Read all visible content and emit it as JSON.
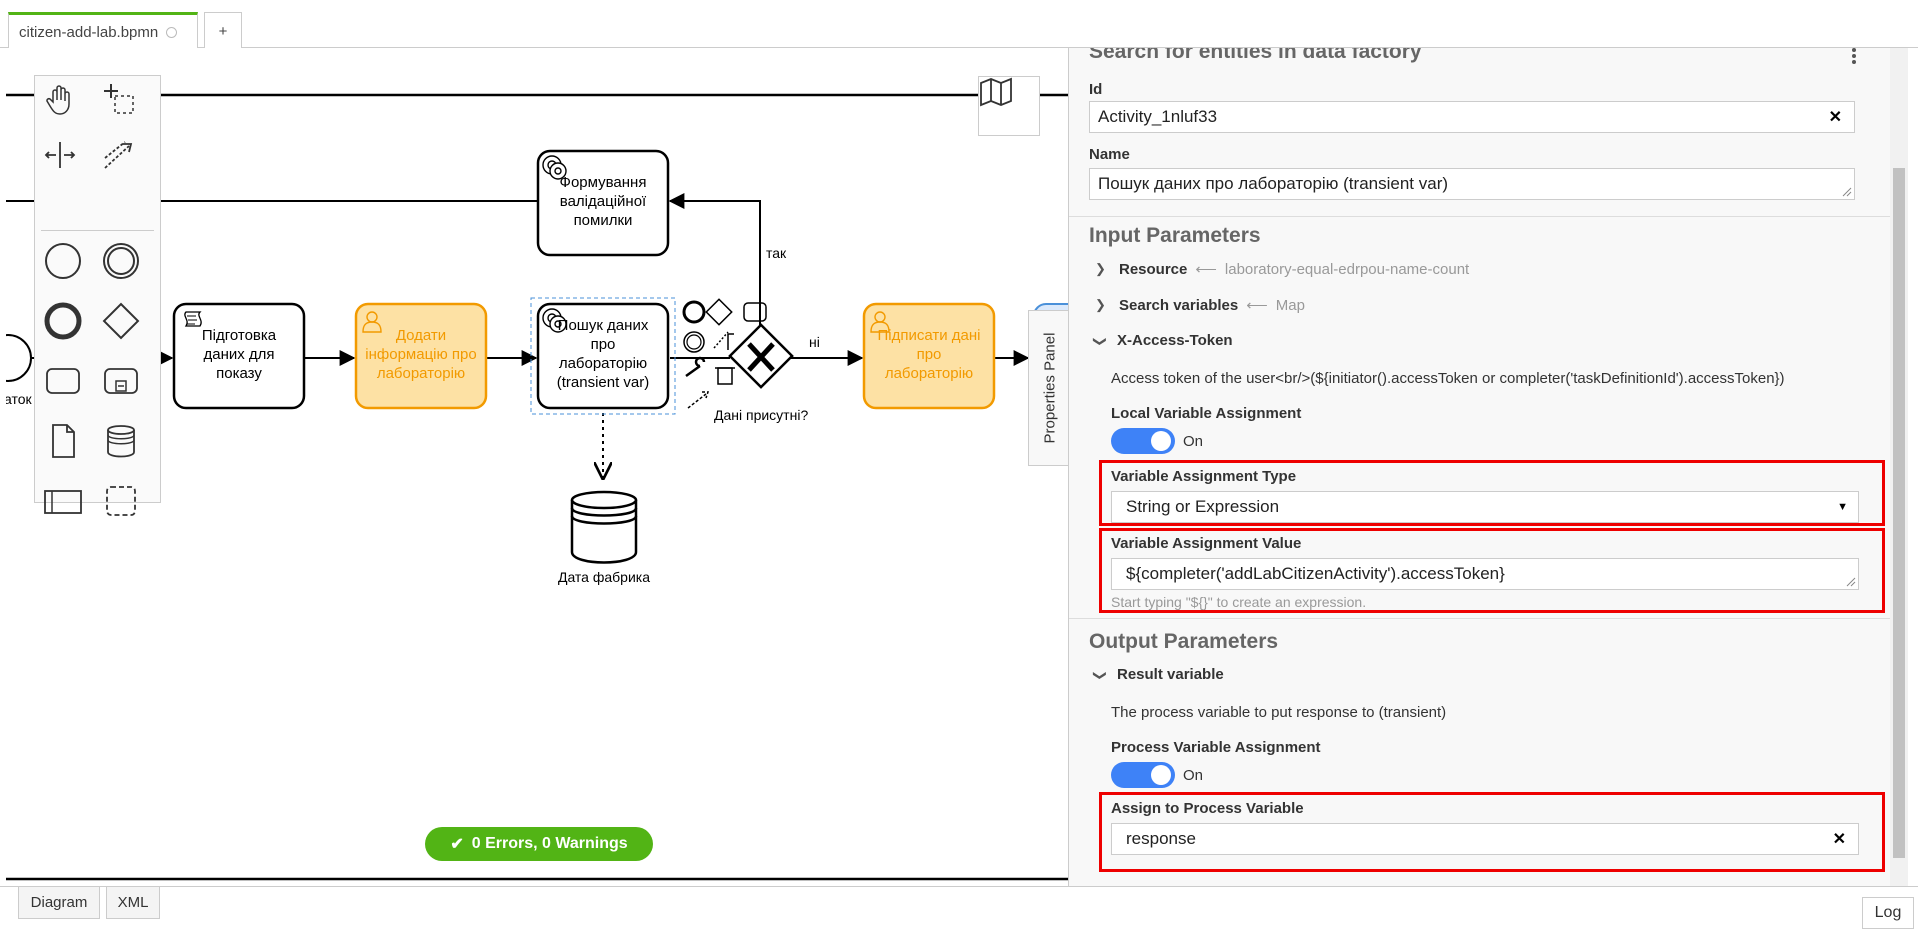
{
  "tabs": {
    "file_name": "citizen-add-lab.bpmn",
    "add_label": "+"
  },
  "diagram": {
    "tasks": {
      "prepare": [
        "Підготовка",
        "даних для",
        "показу"
      ],
      "add_info": [
        "Додати",
        "інформацію про",
        "лабораторію"
      ],
      "search": [
        "Пошук даних",
        "про",
        "лабораторію",
        "(transient var)"
      ],
      "validation": [
        "Формування",
        "валідаційної",
        "помилки"
      ],
      "sign": [
        "Підписати дані",
        "про",
        "лабораторію"
      ]
    },
    "start_label_fragment": "аток",
    "gateway_label": "Дані присутні?",
    "flow_yes": "так",
    "flow_no": "ні",
    "datastore_label": "Дата фабрика",
    "lint_status": "0 Errors, 0 Warnings",
    "accent_orange": "#f29a00",
    "lint_green": "#52b415"
  },
  "properties_toggle": "Properties Panel",
  "panel": {
    "header": "Search for entities in data factory",
    "id_label": "Id",
    "id_value": "Activity_1nluf33",
    "name_label": "Name",
    "name_value": "Пошук даних про лабораторію (transient var)",
    "input_title": "Input Parameters",
    "resource_label": "Resource",
    "resource_value": "laboratory-equal-edrpou-name-count",
    "search_vars_label": "Search variables",
    "search_vars_value": "Map",
    "token_label": "X-Access-Token",
    "token_desc": "Access token of the user<br/>(${initiator().accessToken or completer('taskDefinitionId').accessToken})",
    "local_assign_label": "Local Variable Assignment",
    "local_assign_state": "On",
    "var_type_label": "Variable Assignment Type",
    "var_type_value": "String or Expression",
    "var_value_label": "Variable Assignment Value",
    "var_value": "${completer('addLabCitizenActivity').accessToken}",
    "var_value_hint": "Start typing \"${}\" to create an expression.",
    "output_title": "Output Parameters",
    "result_label": "Result variable",
    "result_desc": "The process variable to put response to (transient)",
    "process_assign_label": "Process Variable Assignment",
    "process_assign_state": "On",
    "assign_to_label": "Assign to Process Variable",
    "assign_to_value": "response",
    "highlight_color": "#e00000",
    "toggle_color": "#3e82f7"
  },
  "bottom": {
    "diagram_tab": "Diagram",
    "xml_tab": "XML",
    "log_button": "Log"
  }
}
